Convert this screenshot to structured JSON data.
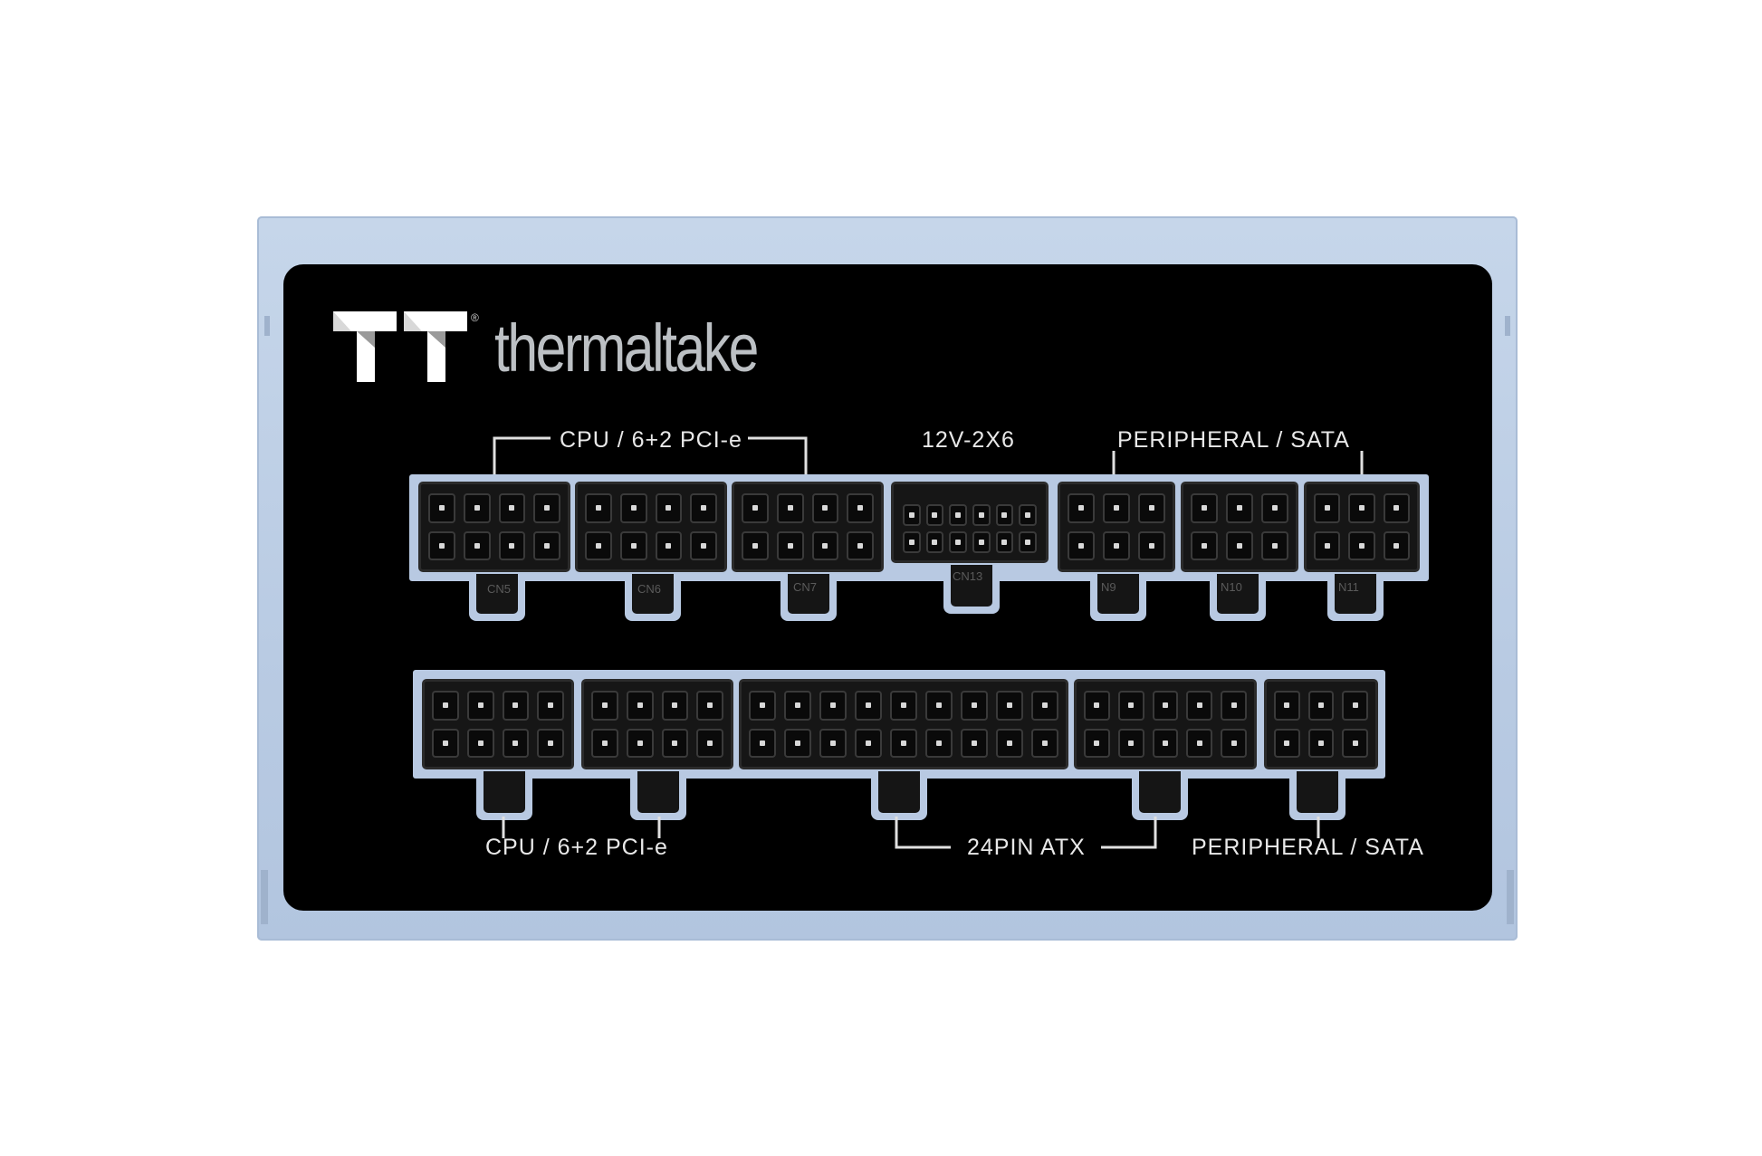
{
  "brand": {
    "name": "thermaltake",
    "registered_mark": "®"
  },
  "top_row": {
    "labels": {
      "cpu_pcie": "CPU / 6+2 PCI-e",
      "high_power": "12V-2X6",
      "peripheral_sata": "PERIPHERAL / SATA"
    },
    "connector_ids": [
      "CN5",
      "CN6",
      "CN7",
      "CN13",
      "N9",
      "N10",
      "N11"
    ]
  },
  "bottom_row": {
    "labels": {
      "cpu_pcie": "CPU / 6+2 PCI-e",
      "atx": "24PIN ATX",
      "peripheral_sata": "PERIPHERAL / SATA"
    }
  },
  "colors": {
    "chassis": "#b9cbe3",
    "panel": "#000000",
    "label_text": "#e8e8e8",
    "socket": "#161616"
  }
}
